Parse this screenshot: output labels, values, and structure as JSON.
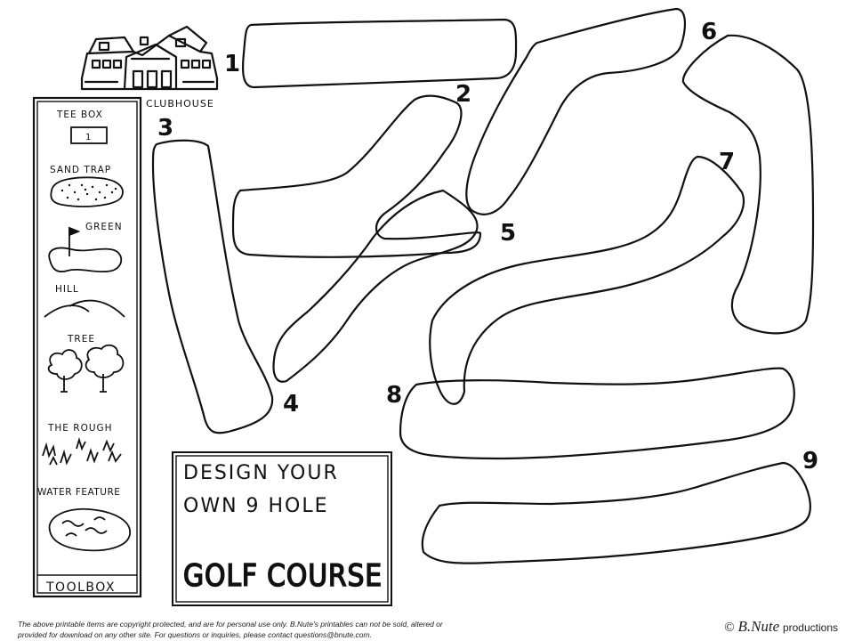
{
  "clubhouse": {
    "label": "CLUBHOUSE"
  },
  "holes": [
    "1",
    "2",
    "3",
    "4",
    "5",
    "6",
    "7",
    "8",
    "9"
  ],
  "toolbox": {
    "title": "TOOLBOX",
    "items": [
      {
        "label": "TEE BOX",
        "icon": "tee-box-icon",
        "tee_number": "1"
      },
      {
        "label": "SAND TRAP",
        "icon": "sand-trap-icon"
      },
      {
        "label": "GREEN",
        "icon": "green-flag-icon"
      },
      {
        "label": "HILL",
        "icon": "hill-icon"
      },
      {
        "label": "TREE",
        "icon": "tree-icon"
      },
      {
        "label": "THE ROUGH",
        "icon": "rough-grass-icon"
      },
      {
        "label": "WATER FEATURE",
        "icon": "water-feature-icon"
      }
    ]
  },
  "title_box": {
    "line1": "DESIGN YOUR",
    "line2": "OWN 9 HOLE",
    "line3": "GOLF COURSE"
  },
  "footer": {
    "line1": "The above printable items are copyright protected, and are for personal use only. B.Nute's printables can not be sold, altered or",
    "line2": "provided for download on any other site. For questions or inquiries, please contact questions@bnute.com.",
    "copyright_symbol": "©",
    "brand_name": "B.Nute",
    "brand_suffix": "productions"
  }
}
